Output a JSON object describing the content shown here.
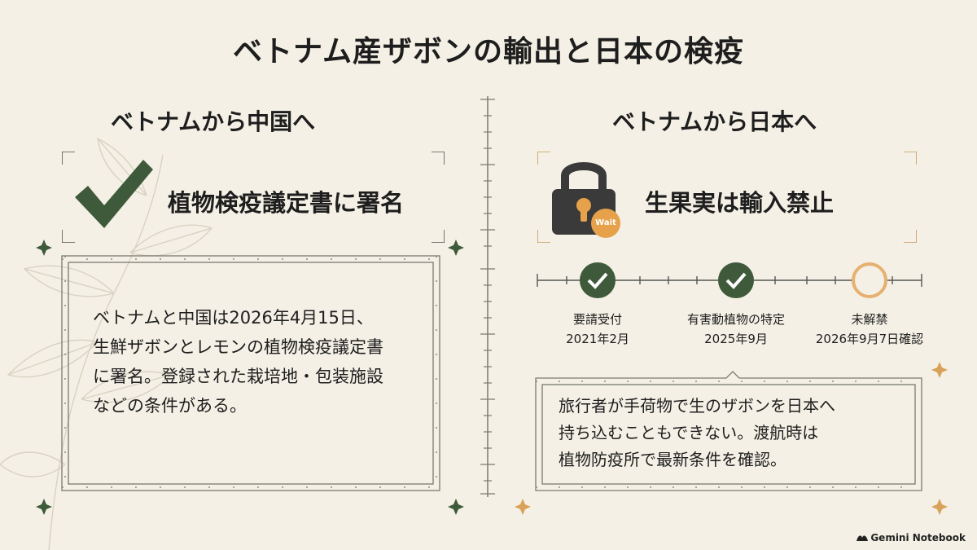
{
  "title": "ベトナム産ザボンの輸出と日本の検疫",
  "left": {
    "heading": "ベトナムから中国へ",
    "callout": "植物検疫議定書に署名",
    "body_lines": [
      "ベトナムと中国は2026年4月15日、",
      "生鮮ザボンとレモンの植物検疫議定書",
      "に署名。登録された栽培地・包装施設",
      "などの条件がある。"
    ],
    "icon": "checkmark-icon"
  },
  "right": {
    "heading": "ベトナムから日本へ",
    "callout": "生果実は輸入禁止",
    "badge": "Wait",
    "icon": "lock-icon",
    "timeline": [
      {
        "label": "要請受付",
        "date": "2021年2月",
        "status": "done"
      },
      {
        "label": "有害動植物の特定",
        "date": "2025年9月",
        "status": "done"
      },
      {
        "label": "未解禁",
        "date": "2026年9月7日確認",
        "status": "pending"
      }
    ],
    "note_lines": [
      "旅行者が手荷物で生のザボンを日本へ",
      "持ち込むこともできない。渡航時は",
      "植物防疫所で最新条件を確認。"
    ]
  },
  "brand": "Gemini Notebook",
  "colors": {
    "background": "#f4f0e5",
    "green": "#3f5a3a",
    "gold": "#e6a14a",
    "lock": "#3a3a3a",
    "frame": "#7a7a72"
  }
}
